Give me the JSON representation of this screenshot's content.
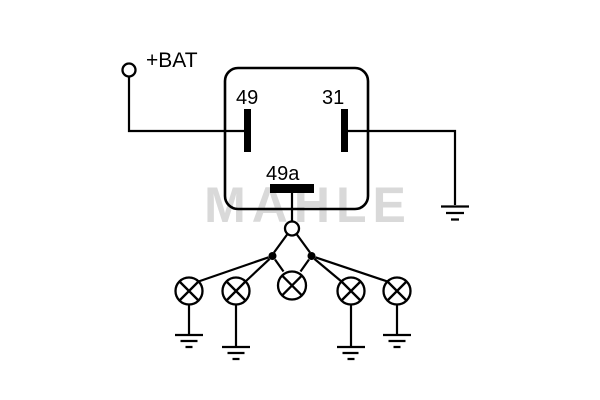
{
  "diagram": {
    "watermark": "MAHLE",
    "labels": {
      "battery": "+BAT",
      "terminal_left": "49",
      "terminal_right": "31",
      "terminal_bottom": "49a"
    },
    "colors": {
      "line": "#000000",
      "watermark": "#d9d9d9",
      "background": "#ffffff"
    },
    "components": {
      "relay_terminals": [
        "49",
        "31",
        "49a"
      ],
      "lamp_count": 5,
      "ground_count": 5
    }
  }
}
